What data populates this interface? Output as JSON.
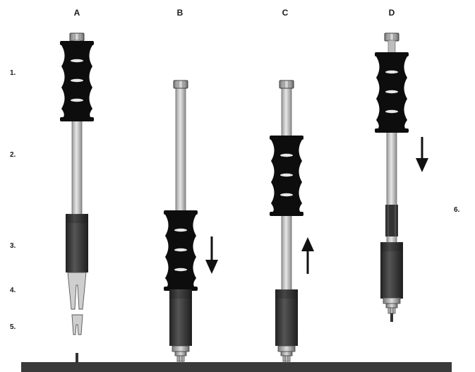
{
  "columns": [
    {
      "letter": "A"
    },
    {
      "letter": "B"
    },
    {
      "letter": "C"
    },
    {
      "letter": "D"
    }
  ],
  "steps": [
    "1.",
    "2.",
    "3.",
    "4.",
    "5.",
    "6."
  ],
  "colors": {
    "rod": "#c8c8c8",
    "rod_edge": "#6d6d6d",
    "handle": "#0d0d0d",
    "body": "#3d3d3d",
    "ground": "#3a3a3a",
    "arrow": "#111111"
  }
}
